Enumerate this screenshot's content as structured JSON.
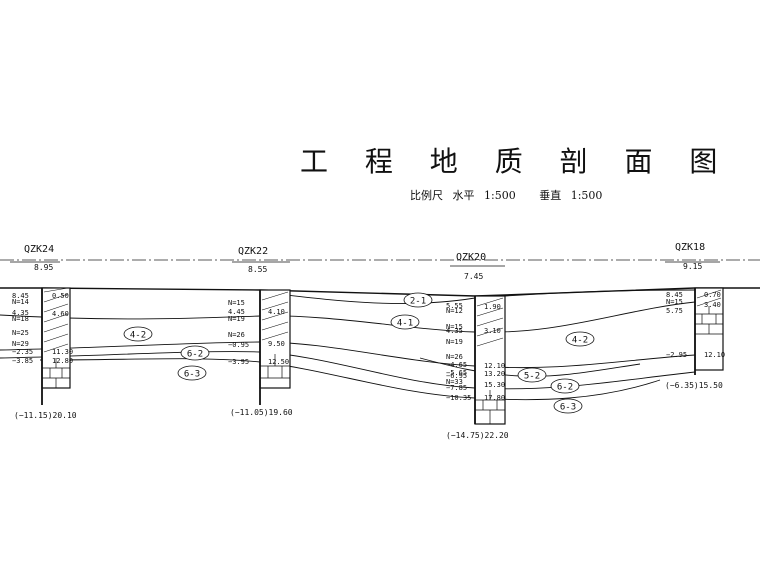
{
  "title": "工 程 地 质 剖 面 图",
  "scale": {
    "label": "比例尺",
    "horizontal_label": "水平",
    "horizontal_value": "1:500",
    "vertical_label": "垂直",
    "vertical_value": "1:500"
  },
  "boreholes": [
    {
      "id": "QZK24",
      "elevation": "8.95",
      "bottom": "(−11.15)20.10",
      "left_labels": [
        "8.45",
        "N=14",
        "4.35",
        "N=18",
        "N=25",
        "N=29",
        "−2.35",
        "−3.85"
      ],
      "right_labels": [
        "0.50",
        "4.60",
        "11.30",
        "12.80"
      ]
    },
    {
      "id": "QZK22",
      "elevation": "8.55",
      "bottom": "(−11.05)19.60",
      "left_labels": [
        "N=15",
        "4.45",
        "N=19",
        "N=26",
        "−0.95",
        "−3.95"
      ],
      "right_labels": [
        "4.10",
        "9.50",
        "12.50"
      ]
    },
    {
      "id": "QZK20",
      "elevation": "7.45",
      "bottom": "(−14.75)22.20",
      "left_labels": [
        "5.55",
        "N=12",
        "N=15",
        "4.35",
        "N=19",
        "N=26",
        "−4.65",
        "−5.65",
        "−6.95",
        "N=33",
        "−7.85",
        "−10.35"
      ],
      "right_labels": [
        "1.90",
        "3.10",
        "12.10",
        "13.20",
        "15.30",
        "17.80"
      ]
    },
    {
      "id": "QZK18",
      "elevation": "9.15",
      "bottom": "(−6.35)15.50",
      "left_labels": [
        "8.45",
        "N=15",
        "5.75",
        "−2.95"
      ],
      "right_labels": [
        "0.70",
        "3.40",
        "12.10"
      ]
    }
  ],
  "layers": [
    "2-1",
    "4-1",
    "4-2",
    "4-2",
    "5-2",
    "6-2",
    "6-2",
    "6-3",
    "6-3"
  ]
}
